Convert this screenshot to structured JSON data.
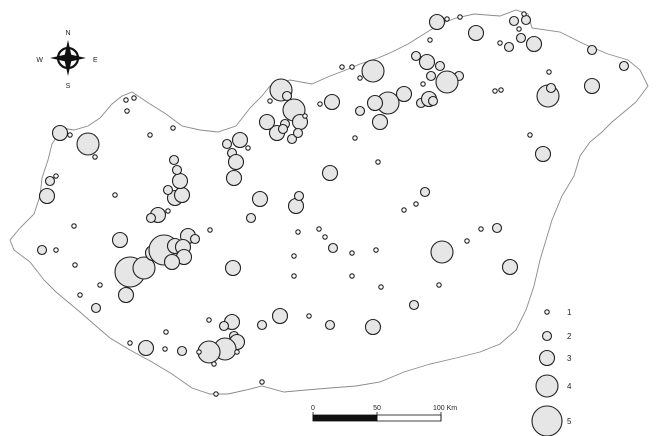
{
  "compass": {
    "n": "N",
    "s": "S",
    "e": "E",
    "w": "W"
  },
  "legend": {
    "labels": [
      "1",
      "2",
      "3",
      "4",
      "5"
    ]
  },
  "scalebar": {
    "ticks": [
      "0",
      "50",
      "100 Km"
    ]
  }
}
